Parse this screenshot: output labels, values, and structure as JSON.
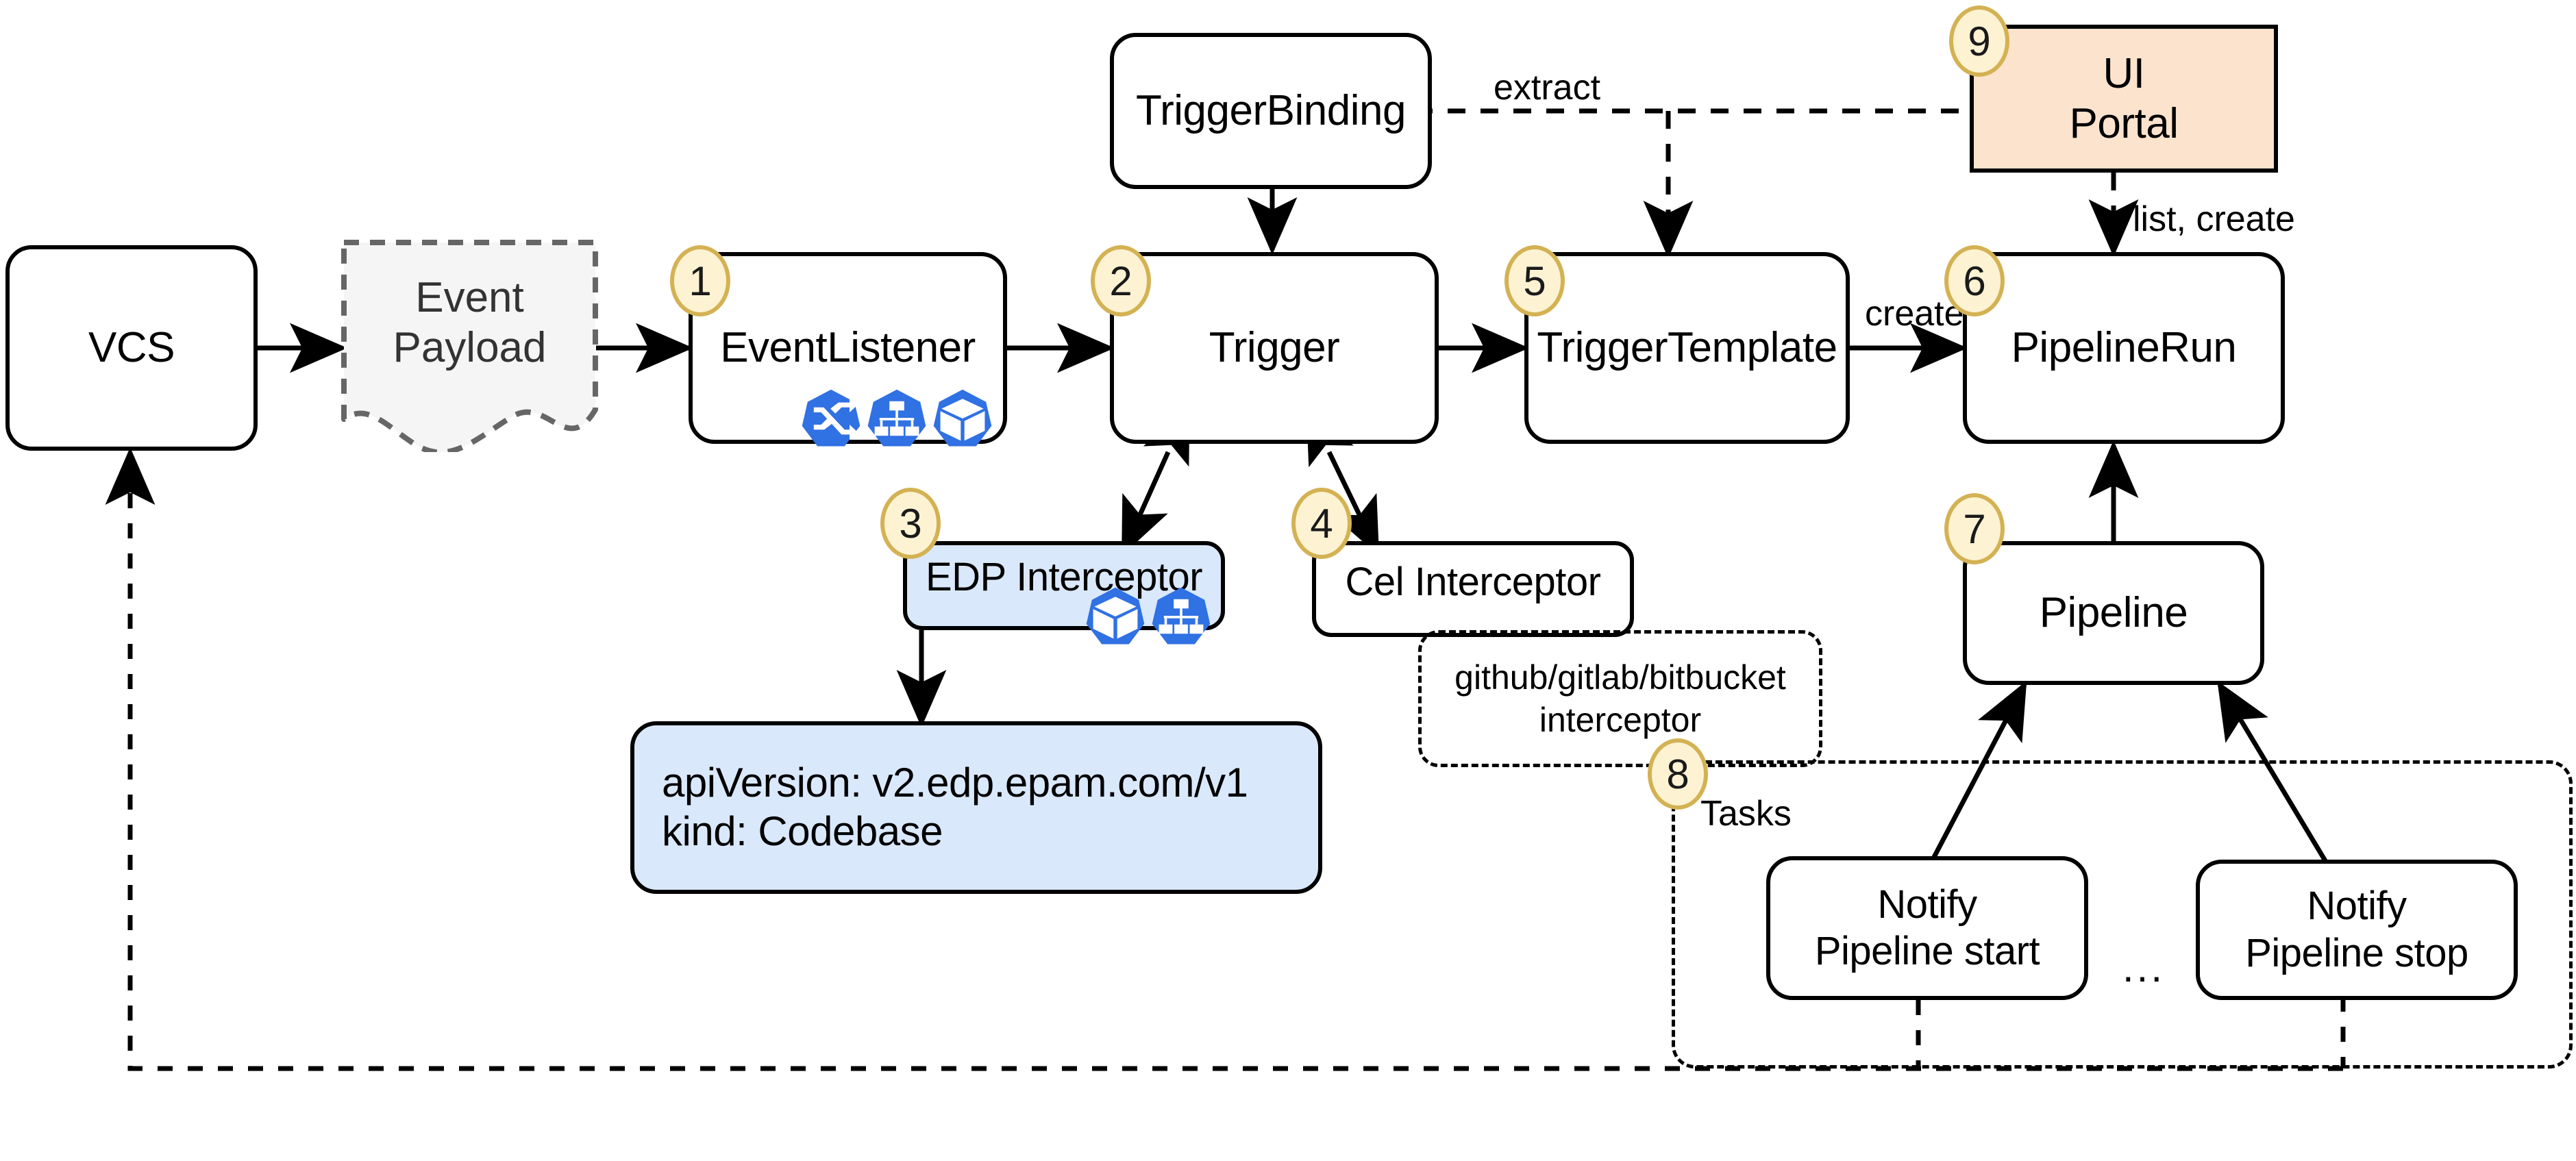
{
  "diagram": {
    "title": "EDP Tekton Triggers Flow",
    "colors": {
      "badge_fill": "#fdf3d3",
      "badge_stroke": "#d4b254",
      "blue_fill": "#dae8fc",
      "peach_fill": "#fce3cd",
      "payload_fill": "#f5f5f5",
      "payload_stroke": "#666666",
      "k8s_blue": "#3071e3",
      "line": "#000000"
    }
  },
  "nodes": {
    "vcs": {
      "label": "VCS"
    },
    "event_payload": {
      "line1": "Event",
      "line2": "Payload"
    },
    "event_listener": {
      "label": "EventListener",
      "badge": "1"
    },
    "trigger_binding": {
      "label": "TriggerBinding"
    },
    "trigger": {
      "label": "Trigger",
      "badge": "2"
    },
    "edp_interceptor": {
      "label": "EDP Interceptor",
      "badge": "3"
    },
    "cel_interceptor": {
      "label": "Cel Interceptor",
      "badge": "4"
    },
    "trigger_template": {
      "label": "TriggerTemplate",
      "badge": "5"
    },
    "pipeline_run": {
      "label": "PipelineRun",
      "badge": "6"
    },
    "pipeline": {
      "label": "Pipeline",
      "badge": "7"
    },
    "ui_portal": {
      "line1": "UI",
      "line2": "Portal",
      "badge": "9"
    },
    "codebase_manifest": {
      "line1": "apiVersion: v2.edp.epam.com/v1",
      "line2": "kind: Codebase"
    },
    "notify_start": {
      "line1": "Notify",
      "line2_prefix": "Pipeline ",
      "line2_bold": "start"
    },
    "notify_stop": {
      "line1": "Notify",
      "line2_prefix": "Pipeline ",
      "line2_bold": "stop"
    }
  },
  "annotations": {
    "interceptor_note": {
      "line1": "github/gitlab/bitbucket",
      "line2": "interceptor"
    },
    "tasks_region": {
      "label": "Tasks",
      "badge": "8"
    },
    "ellipsis": "..."
  },
  "edge_labels": {
    "extract": "extract",
    "create": "create",
    "list_create": "list, create"
  },
  "icons": {
    "event_listener": [
      "route-shuffle-icon",
      "service-hierarchy-icon",
      "pod-cube-icon"
    ],
    "edp_interceptor": [
      "pod-cube-icon",
      "service-hierarchy-icon"
    ]
  }
}
